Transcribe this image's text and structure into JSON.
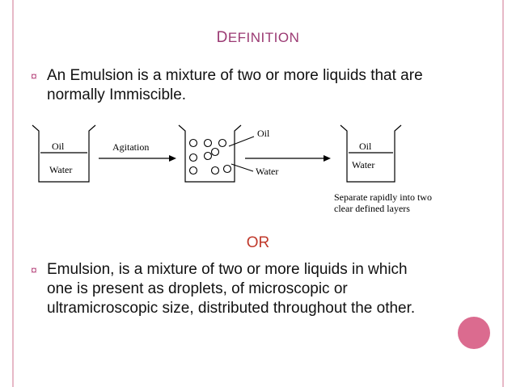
{
  "slide": {
    "title_first": "D",
    "title_rest": "EFINITION",
    "bullet_glyph": "¤",
    "paragraph1": "An Emulsion is a mixture of two or more liquids that are normally Immiscible.",
    "or_label": "OR",
    "paragraph2": "Emulsion, is a mixture of two or more liquids in which one is present as droplets, of microscopic or ultramicroscopic size, distributed throughout the other.",
    "accent_color": "#db6b8f",
    "title_color": "#9b3a73"
  },
  "diagram": {
    "beaker1_oil": "Oil",
    "beaker1_water": "Water",
    "agitation": "Agitation",
    "beaker2_oil": "Oil",
    "beaker2_water": "Water",
    "beaker3_oil": "Oil",
    "beaker3_water": "Water",
    "caption_line1": "Separate rapidly into two",
    "caption_line2": "clear defined layers"
  }
}
